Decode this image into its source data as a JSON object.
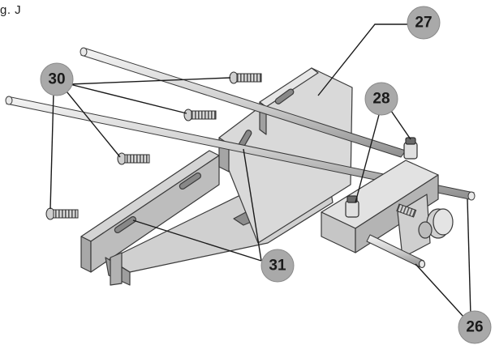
{
  "figure": {
    "label": "g. J"
  },
  "colors": {
    "callout_fill": "#a9a9a9",
    "part_light": "#dcdcdc",
    "part_mid": "#c7c7c7",
    "part_dark": "#9a9a9a",
    "outline": "#3a3a3a"
  },
  "callouts": {
    "c26": "26",
    "c27": "27",
    "c28": "28",
    "c30": "30",
    "c31": "31"
  },
  "parts": [
    {
      "name": "guide-rod",
      "count": 2
    },
    {
      "name": "mounting-frame"
    },
    {
      "name": "sliding-block"
    },
    {
      "name": "knob"
    },
    {
      "name": "screw",
      "count": 4
    },
    {
      "name": "clip",
      "count": 2
    }
  ]
}
